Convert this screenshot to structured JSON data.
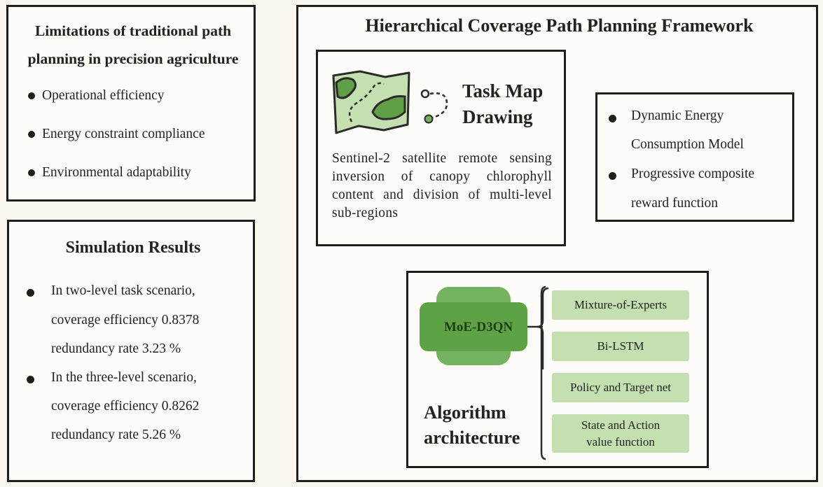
{
  "limitations": {
    "title_line1": "Limitations of traditional path",
    "title_line2": "planning in precision agriculture",
    "items": [
      "Operational efficiency",
      "Energy constraint compliance",
      "Environmental adaptability"
    ]
  },
  "simulation": {
    "title": "Simulation Results",
    "results": [
      {
        "line1": "In two-level task scenario,",
        "line2": "coverage efficiency 0.8378",
        "line3": "redundancy rate 3.23 %"
      },
      {
        "line1": "In the three-level scenario,",
        "line2": "coverage efficiency 0.8262",
        "line3": "redundancy rate 5.26 %"
      }
    ]
  },
  "framework": {
    "title": "Hierarchical Coverage Path Planning Framework",
    "task_map": {
      "title_line1": "Task Map",
      "title_line2": "Drawing",
      "description": "Sentinel-2 satellite remote sensing inversion of canopy chlorophyll content and division of multi-level sub-regions"
    },
    "energy": {
      "item1_line1": "Dynamic Energy",
      "item1_line2": "Consumption Model",
      "item2_line1": "Progressive composite",
      "item2_line2": "reward function"
    },
    "algorithm": {
      "model": "MoE-D3QN",
      "title_line1": "Algorithm",
      "title_line2": "architecture",
      "components": [
        "Mixture-of-Experts",
        "Bi-LSTM",
        "Policy and Target net",
        "State and Action value function"
      ]
    }
  },
  "colors": {
    "light_green": "#c5e0b0",
    "mid_green": "#73b25e",
    "dark_green": "#4e8a37",
    "border": "#1e1e1e",
    "background": "#f9f6ef"
  }
}
